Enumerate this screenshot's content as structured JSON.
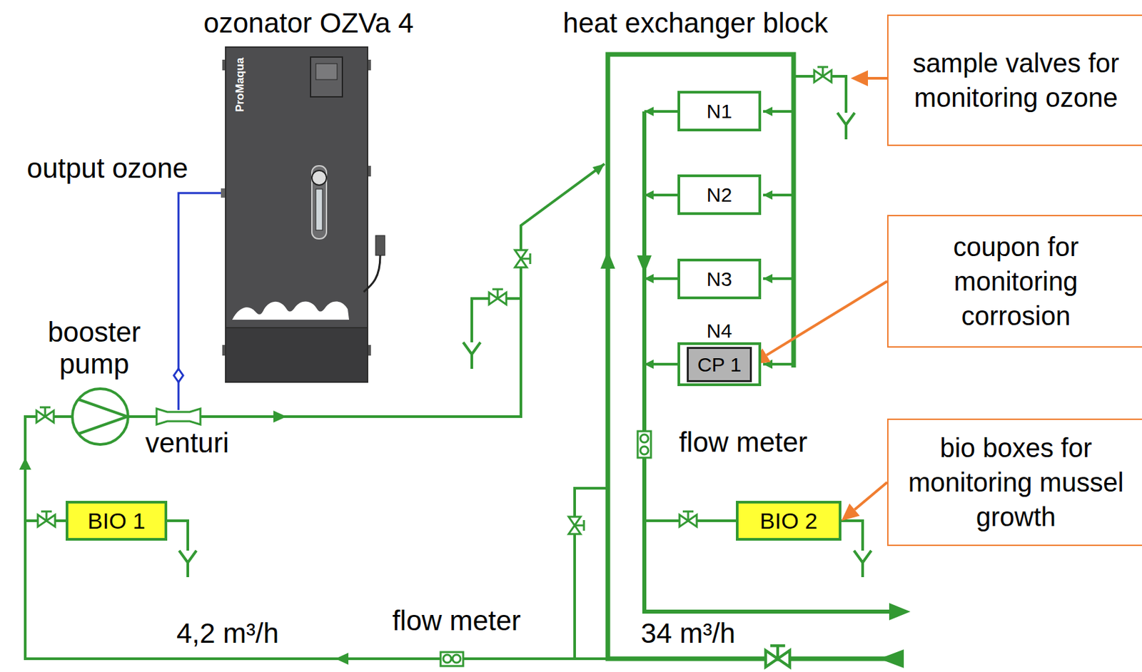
{
  "diagram": {
    "nodes": [
      {
        "text": [
          "N1"
        ]
      },
      {
        "text": [
          "N2"
        ]
      },
      {
        "text": [
          "N3"
        ]
      },
      {
        "text": [
          "N4"
        ]
      },
      {
        "text": [
          "CP 1"
        ],
        "in": 3
      },
      {
        "text": [
          "BIO 1"
        ]
      },
      {
        "text": [
          "BIO 2"
        ]
      },
      {
        "text": [
          "sample valves for monitoring ozone"
        ]
      },
      {
        "text": [
          "coupon for monitoring corrosion"
        ]
      },
      {
        "text": [
          "bio boxes for monitoring mussel growth"
        ]
      }
    ],
    "edges": [
      {
        "from": 8,
        "to": 4,
        "arrow": "to"
      },
      {
        "from": 9,
        "to": 6,
        "arrow": "to"
      }
    ],
    "labels": [
      "ozonator OZVa 4",
      "heat exchanger block",
      "output ozone",
      "ProMaqua",
      "booster pump",
      "venturi",
      "flow meter",
      "flow meter",
      "4,2 m³/h",
      "34 m³/h"
    ]
  }
}
